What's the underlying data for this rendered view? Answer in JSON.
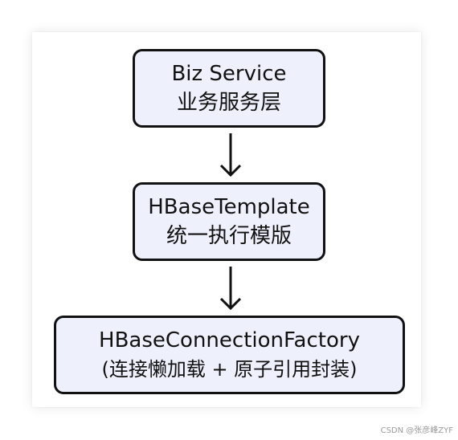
{
  "diagram": {
    "nodes": [
      {
        "id": "biz",
        "line1": "Biz Service",
        "line2": "业务服务层"
      },
      {
        "id": "template",
        "line1": "HBaseTemplate",
        "line2": "统一执行模版"
      },
      {
        "id": "factory",
        "line1": "HBaseConnectionFactory",
        "line2": "(连接懒加载 + 原子引用封装)"
      }
    ],
    "edges": [
      {
        "from": "biz",
        "to": "template"
      },
      {
        "from": "template",
        "to": "factory"
      }
    ]
  },
  "watermark": "CSDN @张彦峰ZYF",
  "colors": {
    "node_fill": "#eef0fc",
    "node_border": "#111111",
    "arrow": "#111111"
  }
}
